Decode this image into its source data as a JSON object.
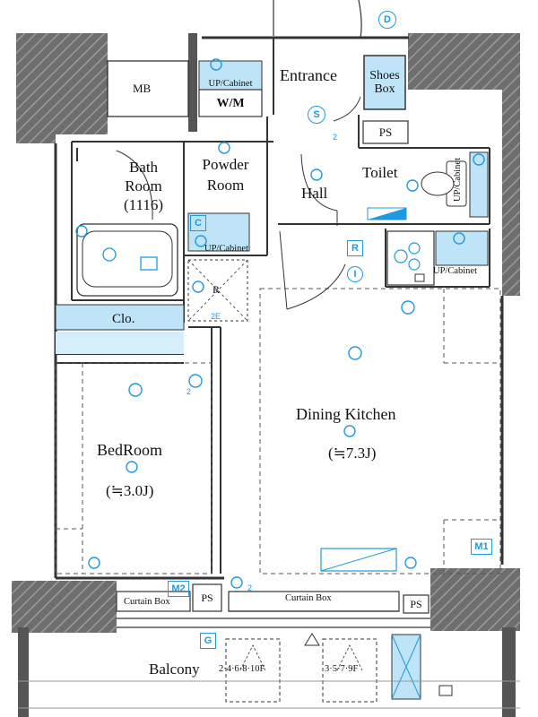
{
  "rooms": {
    "entrance": "Entrance",
    "shoes_box": "Shoes\nBox",
    "mb": "MB",
    "ps_top": "PS",
    "wm": "W/M",
    "bath": "Bath\nRoom\n(1116)",
    "powder": "Powder\nRoom",
    "hall": "Hall",
    "toilet": "Toilet",
    "closet": "Clo.",
    "bedroom": "BedRoom",
    "bedroom_size": "(≒3.0J)",
    "dining_kitchen": "Dining Kitchen",
    "dining_kitchen_size": "(≒7.3J)",
    "balcony": "Balcony",
    "ps_bottom_left": "PS",
    "ps_bottom_right": "PS",
    "curtain_box_left": "Curtain Box",
    "curtain_box_right": "Curtain Box",
    "floors_a": "2·4·6·8·10F",
    "floors_b": "3·5·7·9F"
  },
  "cabinets": {
    "up_cabinet_top": "UP/Cabinet",
    "up_cabinet_powder": "UP/Cabinet",
    "up_cabinet_toilet": "UP/Cabinet",
    "up_cabinet_kitchen": "UP/Cabinet"
  },
  "symbols": {
    "d": "D",
    "s": "S",
    "c": "C",
    "r_box": "R",
    "i": "I",
    "r_hatch": "R",
    "m1": "M1",
    "m2": "M2",
    "g": "G",
    "two": "2",
    "two_e": "2E"
  },
  "colors": {
    "wall": "#7a7a7a",
    "wall_dark": "#3a3a3a",
    "accent": "#1f9ae0",
    "fill_blue": "#bfe4f8"
  }
}
